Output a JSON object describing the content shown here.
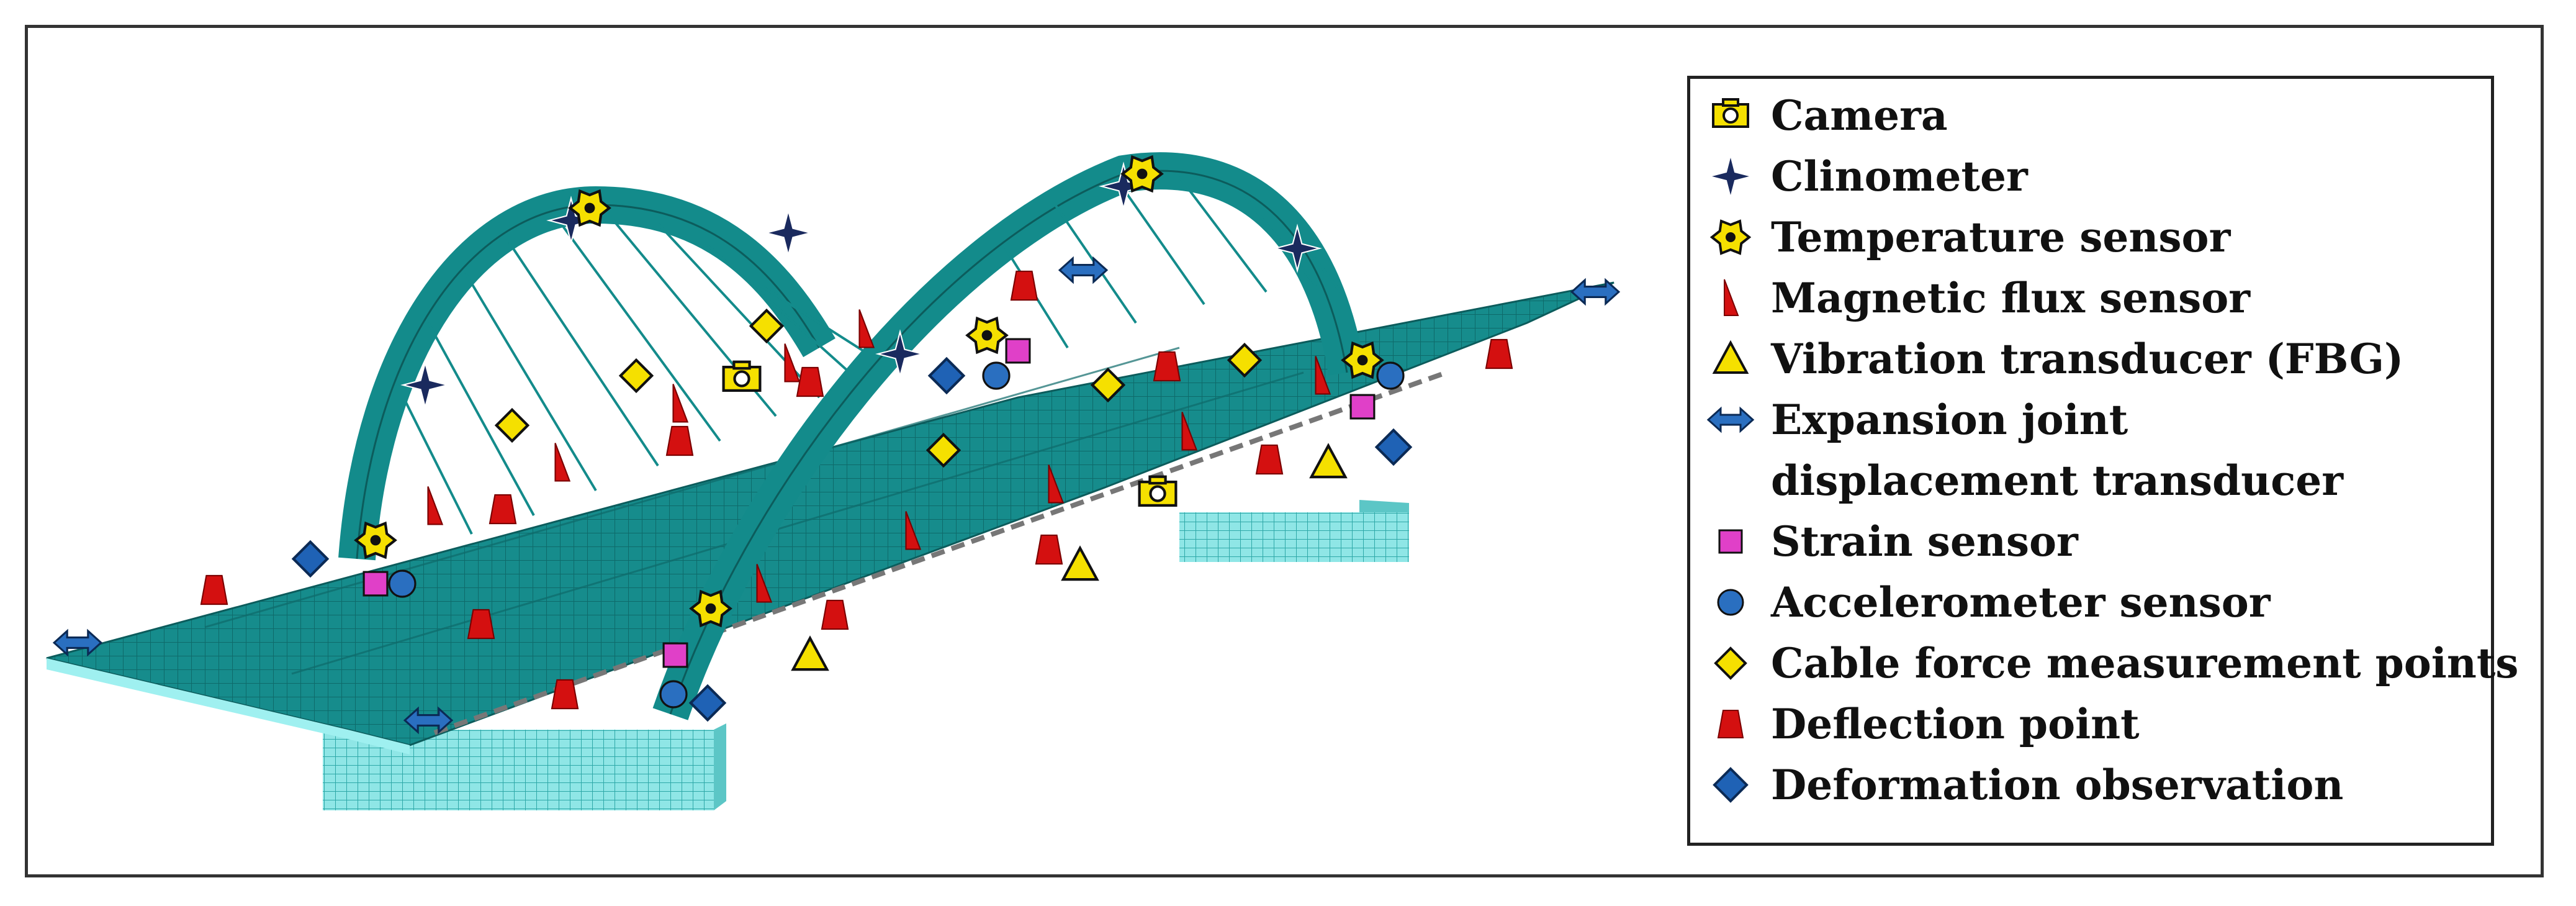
{
  "legend": {
    "items": [
      {
        "id": "camera",
        "label": "Camera",
        "symbol": "camera-icon"
      },
      {
        "id": "clinometer",
        "label": "Clinometer",
        "symbol": "four-point-star-icon"
      },
      {
        "id": "temperature",
        "label": "Temperature sensor",
        "symbol": "sun-burst-icon"
      },
      {
        "id": "magflux",
        "label": "Magnetic flux sensor",
        "symbol": "right-triangle-icon"
      },
      {
        "id": "vibration",
        "label": "Vibration transducer (FBG)",
        "symbol": "triangle-icon"
      },
      {
        "id": "expansion",
        "label": "Expansion joint",
        "label2": "displacement transducer",
        "symbol": "double-arrow-icon"
      },
      {
        "id": "strain",
        "label": "Strain sensor",
        "symbol": "square-icon"
      },
      {
        "id": "accel",
        "label": "Accelerometer sensor",
        "symbol": "circle-icon"
      },
      {
        "id": "cable",
        "label": "Cable force measurement points",
        "symbol": "diamond-icon"
      },
      {
        "id": "deflection",
        "label": "Deflection point",
        "symbol": "trapezoid-icon"
      },
      {
        "id": "deformation",
        "label": "Deformation observation",
        "symbol": "diamond-icon"
      }
    ]
  },
  "colors": {
    "bridge": "#138b8b",
    "bridge_light": "#7fe0e0",
    "camera": "#f5e000",
    "clinometer": "#1a2a5e",
    "temperature": "#f5e000",
    "magflux": "#d41010",
    "vibration": "#f5e000",
    "expansion": "#2a6fc0",
    "strain": "#e040c8",
    "accel": "#2a6fc0",
    "cable": "#f5e000",
    "deflection": "#d41010",
    "deformation": "#1f62b5"
  }
}
